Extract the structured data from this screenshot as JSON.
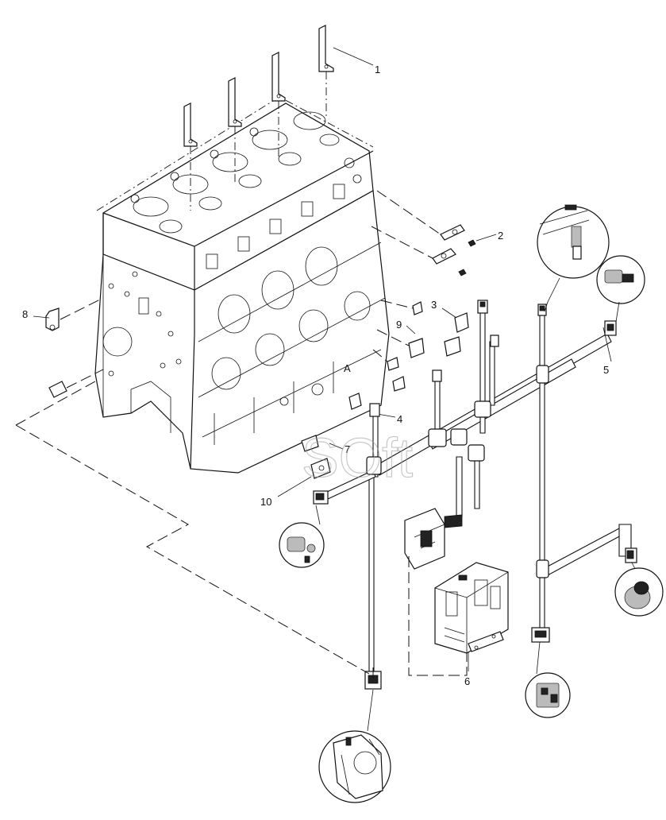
{
  "callouts": {
    "c1": "1",
    "c2": "2",
    "c3": "3",
    "c4": "4",
    "c5": "5",
    "c6": "6",
    "c7": "7",
    "c8": "8",
    "c9": "9",
    "c10": "10"
  },
  "view_marker": "A",
  "watermark": "SOft"
}
